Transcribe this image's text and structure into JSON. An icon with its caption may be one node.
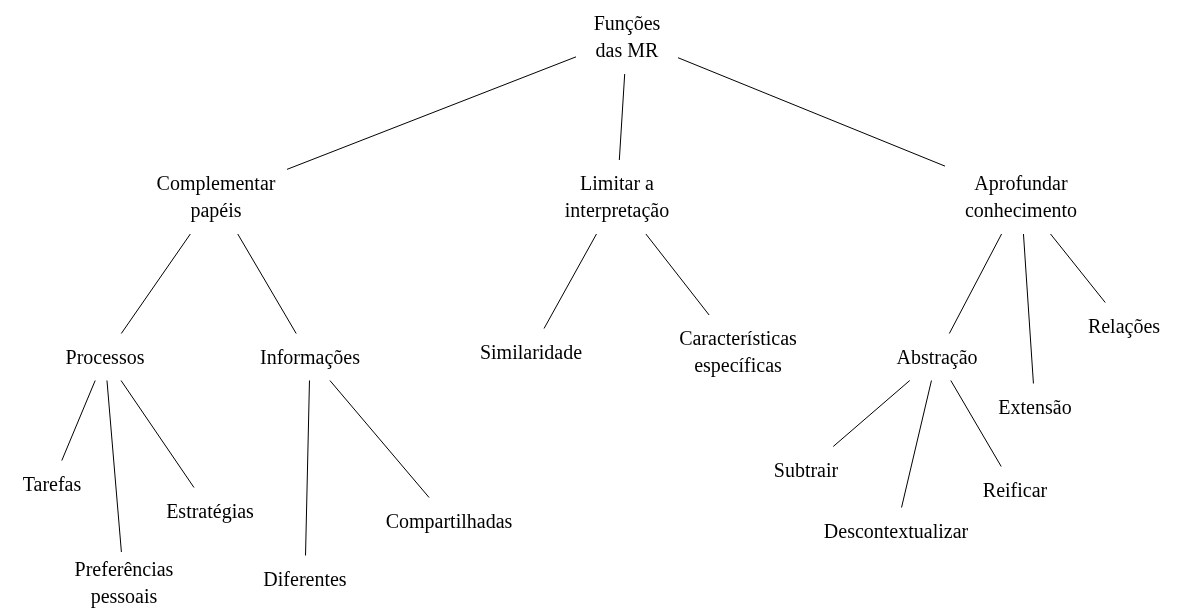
{
  "diagram": {
    "nodes": [
      {
        "text": [
          "Funções das MR"
        ]
      },
      {
        "text": [
          "Complementar papéis"
        ]
      },
      {
        "text": [
          "Limitar a interpretação"
        ]
      },
      {
        "text": [
          "Aprofundar conhecimento"
        ]
      },
      {
        "text": [
          "Processos"
        ]
      },
      {
        "text": [
          "Informações"
        ]
      },
      {
        "text": [
          "Similaridade"
        ]
      },
      {
        "text": [
          "Características específicas"
        ]
      },
      {
        "text": [
          "Abstração"
        ]
      },
      {
        "text": [
          "Extensão"
        ]
      },
      {
        "text": [
          "Relações"
        ]
      },
      {
        "text": [
          "Tarefas"
        ]
      },
      {
        "text": [
          "Preferências pessoais"
        ]
      },
      {
        "text": [
          "Estratégias"
        ]
      },
      {
        "text": [
          "Diferentes"
        ]
      },
      {
        "text": [
          "Compartilhadas"
        ]
      },
      {
        "text": [
          "Subtrair"
        ]
      },
      {
        "text": [
          "Descontextualizar"
        ]
      },
      {
        "text": [
          "Reificar"
        ]
      }
    ],
    "edges": [
      {
        "from": 0,
        "to": 1,
        "arrow": "none"
      },
      {
        "from": 0,
        "to": 2,
        "arrow": "none"
      },
      {
        "from": 0,
        "to": 3,
        "arrow": "none"
      },
      {
        "from": 1,
        "to": 4,
        "arrow": "none"
      },
      {
        "from": 1,
        "to": 5,
        "arrow": "none"
      },
      {
        "from": 2,
        "to": 6,
        "arrow": "none"
      },
      {
        "from": 2,
        "to": 7,
        "arrow": "none"
      },
      {
        "from": 3,
        "to": 8,
        "arrow": "none"
      },
      {
        "from": 3,
        "to": 9,
        "arrow": "none"
      },
      {
        "from": 3,
        "to": 10,
        "arrow": "none"
      },
      {
        "from": 4,
        "to": 11,
        "arrow": "none"
      },
      {
        "from": 4,
        "to": 12,
        "arrow": "none"
      },
      {
        "from": 4,
        "to": 13,
        "arrow": "none"
      },
      {
        "from": 5,
        "to": 14,
        "arrow": "none"
      },
      {
        "from": 5,
        "to": 15,
        "arrow": "none"
      },
      {
        "from": 8,
        "to": 16,
        "arrow": "none"
      },
      {
        "from": 8,
        "to": 17,
        "arrow": "none"
      },
      {
        "from": 8,
        "to": 18,
        "arrow": "none"
      }
    ]
  }
}
